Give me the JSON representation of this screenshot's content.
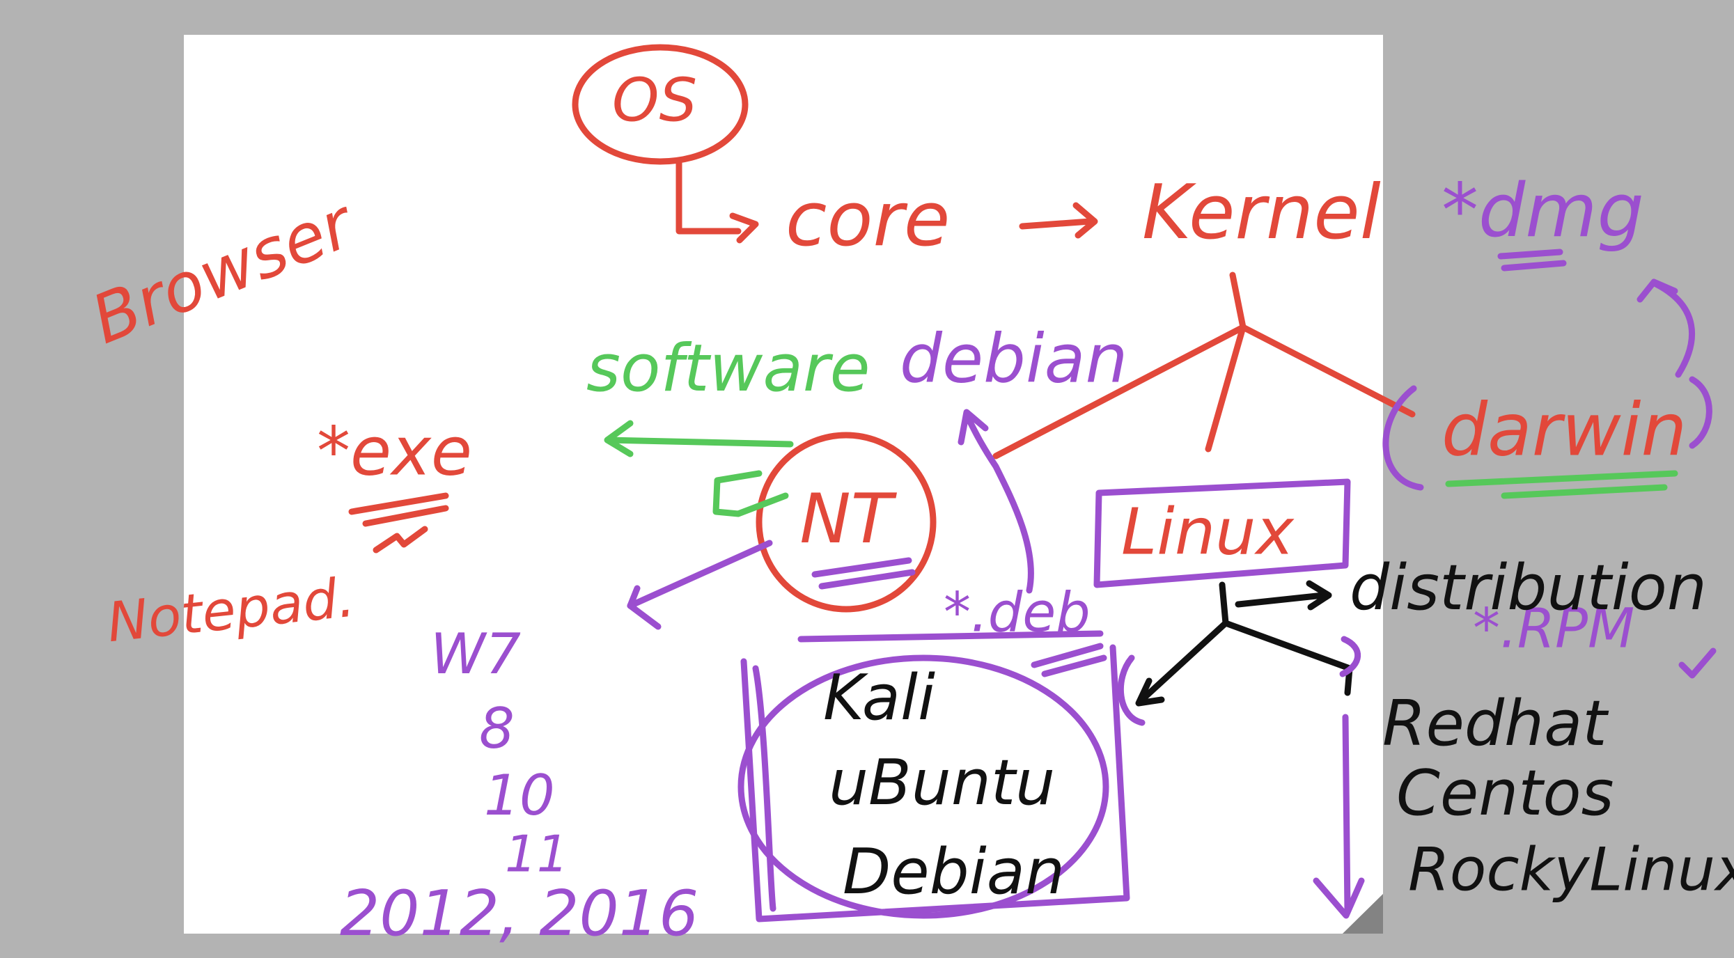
{
  "colors": {
    "canvas_bg": "#b3b3b3",
    "board_bg": "#ffffff",
    "red": "#e2483a",
    "purple": "#9b4fcf",
    "green": "#56c85a",
    "black": "#111111"
  },
  "labels": {
    "os": "OS",
    "core": "core",
    "kernel": "Kernel",
    "dmg": "*dmg",
    "browser": "Browser",
    "software": "software",
    "debian_top": "debian",
    "exe": "*exe",
    "nt": "NT",
    "darwin": "darwin",
    "linux": "Linux",
    "notepad": "Notepad.",
    "deb": "*.deb",
    "distribution": "distribution",
    "rpm": "*.RPM",
    "win7": "W7",
    "win8": "8",
    "win10": "10",
    "win11": "11",
    "win_server": "2012, 2016",
    "kali": "Kali",
    "ubuntu": "uBuntu",
    "debian_bottom": "Debian",
    "redhat": "Redhat",
    "centos": "Centos",
    "rockylinux": "RockyLinux"
  }
}
